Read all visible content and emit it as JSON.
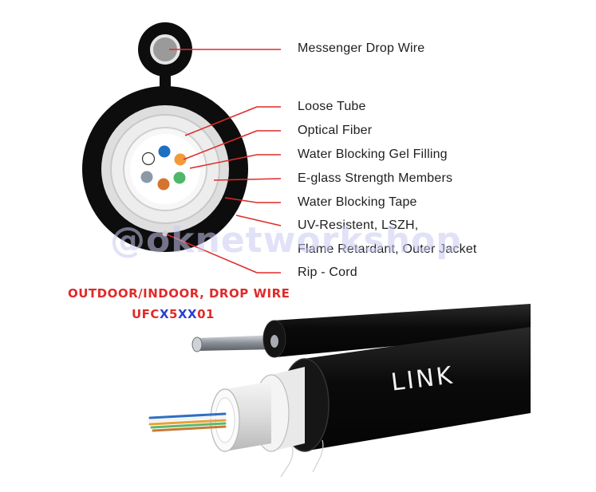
{
  "labels": {
    "messenger": "Messenger Drop Wire",
    "loose_tube": "Loose Tube",
    "optical_fiber": "Optical Fiber",
    "gel_filling": "Water Blocking Gel Filling",
    "strength_members": "E-glass Strength Members",
    "blocking_tape": "Water Blocking Tape",
    "jacket_line1": "UV-Resistent, LSZH,",
    "jacket_line2": "Flame Retardant, Outer Jacket",
    "rip_cord": "Rip - Cord"
  },
  "caption": {
    "title": "OUTDOOR/INDOOR, DROP WIRE",
    "model_prefix": "UFC",
    "model_x1": "X",
    "model_5": "5",
    "model_xx": "XX",
    "model_suffix": "01"
  },
  "brand": "LINK",
  "watermark": "@oknetworkshop",
  "colors": {
    "leader_line": "#e02a2a",
    "caption_red": "#e02a2a",
    "caption_blue": "#2a3fd1",
    "jacket": "#0d0d0d"
  },
  "fiber_colors": [
    "#ffffff",
    "#1f6fc1",
    "#f29a3a",
    "#8c98a6",
    "#d6742f",
    "#4fb868"
  ]
}
